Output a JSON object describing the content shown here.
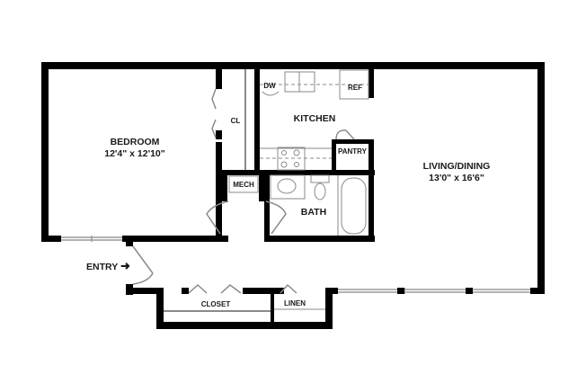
{
  "floorplan": {
    "rooms": {
      "bedroom": {
        "name": "BEDROOM",
        "dims": "12'4\" x 12'10\""
      },
      "living": {
        "name": "LIVING/DINING",
        "dims": "13'0\" x 16'6\""
      },
      "kitchen": {
        "name": "KITCHEN"
      },
      "bath": {
        "name": "BATH"
      }
    },
    "labels": {
      "closet_cl": "CL",
      "mech": "MECH",
      "pantry": "PANTRY",
      "dw": "DW",
      "ref": "REF",
      "closet": "CLOSET",
      "linen": "LINEN",
      "entry": "ENTRY"
    },
    "colors": {
      "wall": "#000000",
      "fixture": "#8a8a8a",
      "background": "#ffffff"
    }
  }
}
